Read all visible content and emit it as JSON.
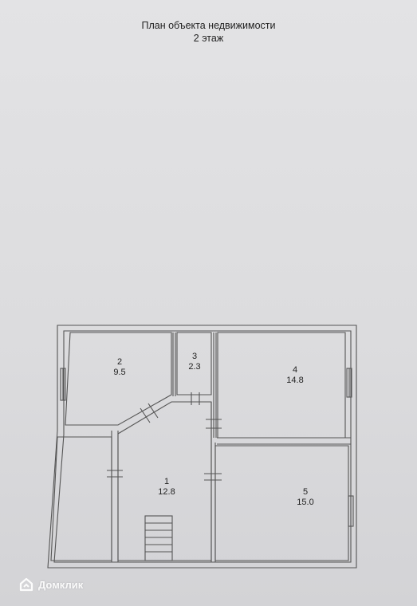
{
  "header": {
    "title": "План объекта недвижимости",
    "subtitle": "2 этаж"
  },
  "rooms": [
    {
      "id": "room-1",
      "number": "1",
      "area": "12.8"
    },
    {
      "id": "room-2",
      "number": "2",
      "area": "9.5"
    },
    {
      "id": "room-3",
      "number": "3",
      "area": "2.3"
    },
    {
      "id": "room-4",
      "number": "4",
      "area": "14.8"
    },
    {
      "id": "room-5",
      "number": "5",
      "area": "15.0"
    }
  ],
  "watermark": {
    "text": "Домклик",
    "icon": "domclick-house-icon"
  },
  "colors": {
    "paper": "#dcdcde",
    "wall_line": "#555555"
  }
}
